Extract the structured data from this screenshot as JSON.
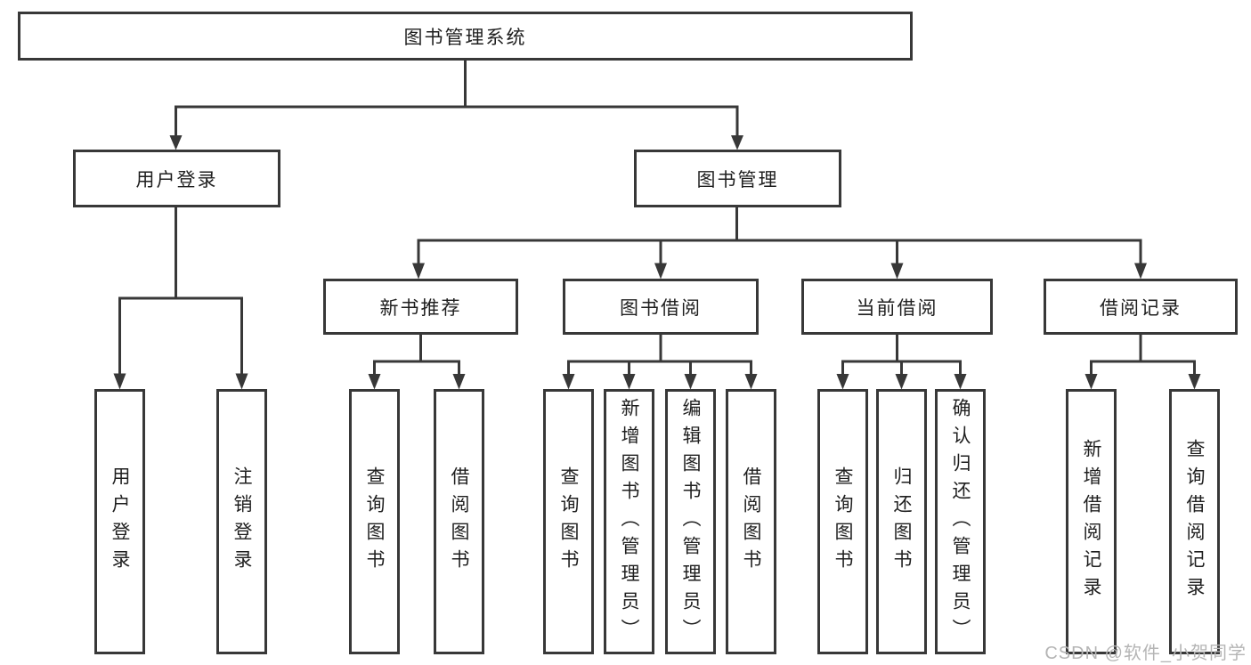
{
  "title": "图书管理系统",
  "tree": {
    "label": "图书管理系统",
    "children": [
      {
        "label": "用户登录",
        "children": [
          {
            "label": "用户登录"
          },
          {
            "label": "注销登录"
          }
        ]
      },
      {
        "label": "图书管理",
        "children": [
          {
            "label": "新书推荐",
            "children": [
              {
                "label": "查询图书"
              },
              {
                "label": "借阅图书"
              }
            ]
          },
          {
            "label": "图书借阅",
            "children": [
              {
                "label": "查询图书"
              },
              {
                "label": "新增图书（管理员）"
              },
              {
                "label": "编辑图书（管理员）"
              },
              {
                "label": "借阅图书"
              }
            ]
          },
          {
            "label": "当前借阅",
            "children": [
              {
                "label": "查询图书"
              },
              {
                "label": "归还图书"
              },
              {
                "label": "确认归还（管理员）"
              }
            ]
          },
          {
            "label": "借阅记录",
            "children": [
              {
                "label": "新增借阅记录"
              },
              {
                "label": "查询借阅记录"
              }
            ]
          }
        ]
      }
    ]
  },
  "watermark": {
    "text": "CSDN @软件_小贺同学"
  },
  "colors": {
    "line": "#383838",
    "box_border": "#383838",
    "text": "#1f1f1f",
    "background": "#ffffff",
    "watermark": "#b5b5b5"
  }
}
